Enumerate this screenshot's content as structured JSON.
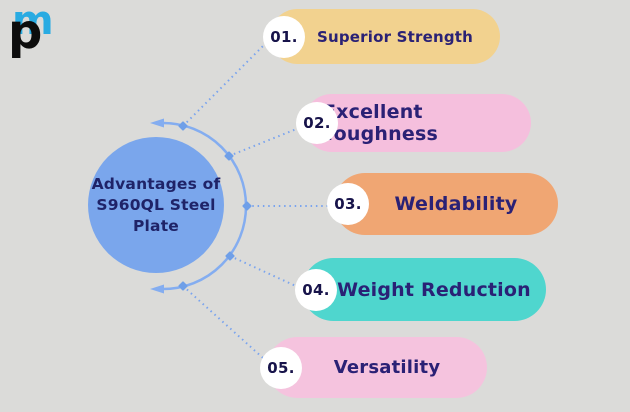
{
  "logo": {
    "letter_p": "p",
    "letter_m": "m",
    "blue": "#29abe2",
    "black": "#0d0d0d"
  },
  "colors": {
    "background": "#dbdbd9",
    "circle_fill": "#7aa6ec",
    "arc_stroke": "#84adf0",
    "connector_dots": "#7aa4ee",
    "node_fill": "#6f9fe8",
    "title_text": "#1f2368",
    "label_text": "#2a2175",
    "number_text": "#17134a",
    "badge_bg": "#ffffff"
  },
  "center": {
    "title": "Advantages of\nS960QL Steel\nPlate"
  },
  "items": [
    {
      "number": "01.",
      "label": "Superior Strength",
      "color": "#f2d28f"
    },
    {
      "number": "02.",
      "label": "Excellent Toughness",
      "color": "#f5bfdd"
    },
    {
      "number": "03.",
      "label": "Weldability",
      "color": "#f0a673"
    },
    {
      "number": "04.",
      "label": "Weight Reduction",
      "color": "#4fd6ce"
    },
    {
      "number": "05.",
      "label": "Versatility",
      "color": "#f5c3de"
    }
  ]
}
